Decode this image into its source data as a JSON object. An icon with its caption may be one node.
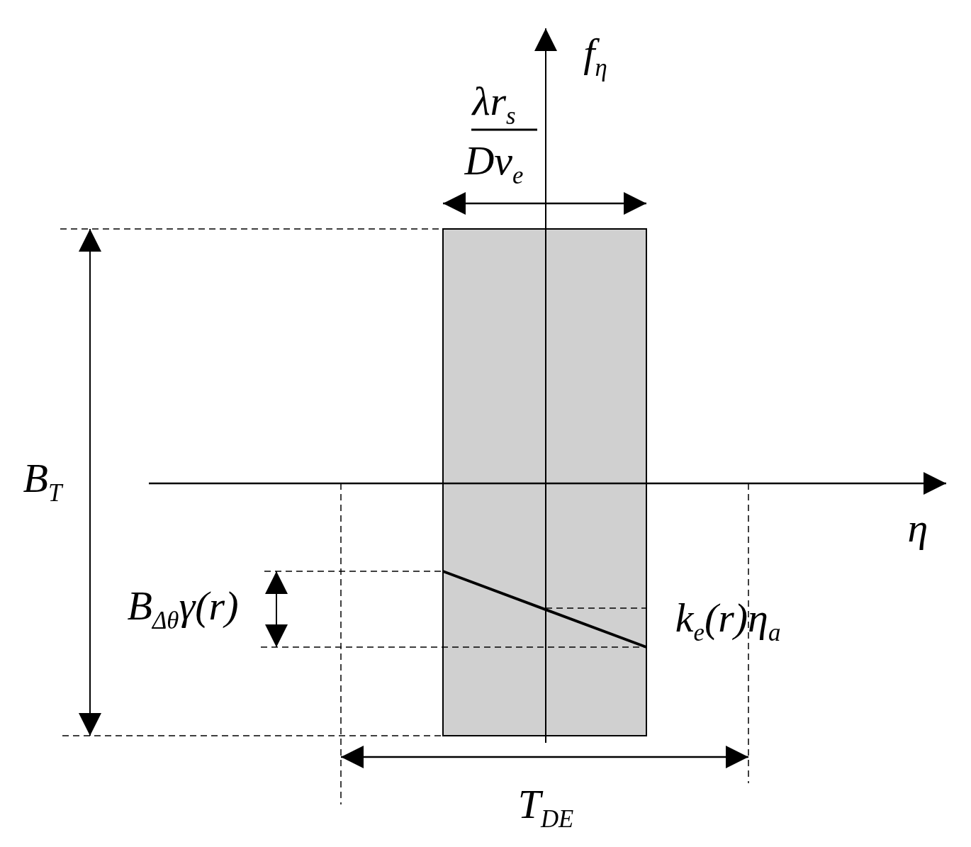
{
  "diagram": {
    "labels": [
      "f$_{η}$",
      "λr$_{s}$",
      "Dv$_{e}$",
      "B$_{T}$",
      "η",
      "B$_{Δθ}$γ(r)",
      "k$_{e}$(r)η$_{a}$",
      "T$_{DE}$"
    ]
  }
}
